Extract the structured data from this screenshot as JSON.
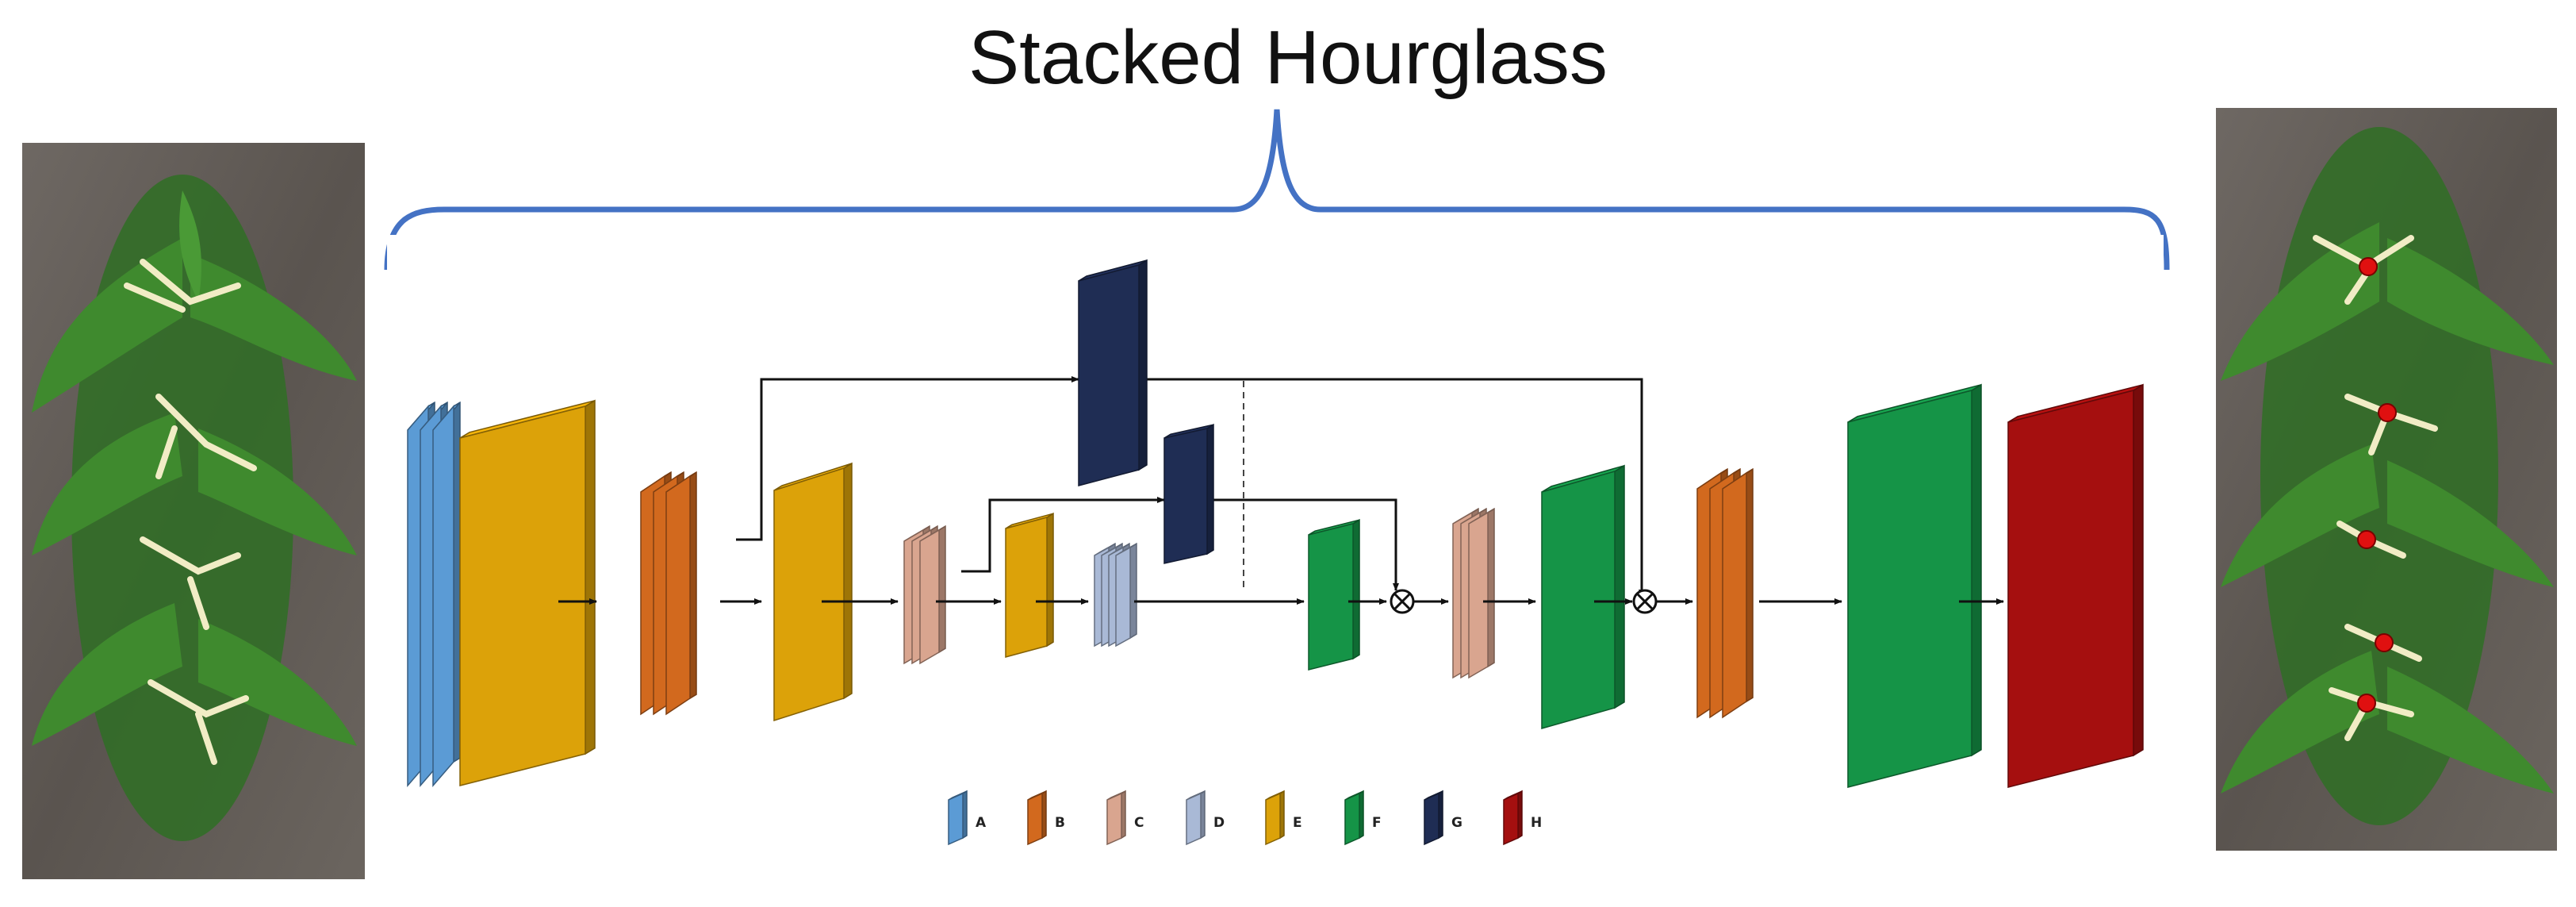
{
  "title": "Stacked Hourglass",
  "colors": {
    "brace": "#4472c4",
    "A": "#5b9bd5",
    "B": "#d2691e",
    "C": "#d9a58f",
    "D": "#a9b9d6",
    "E": "#dca209",
    "F": "#159447",
    "G": "#1f2d54",
    "H": "#a50f0f",
    "keypoint": "#e01010"
  },
  "legend": [
    {
      "key": "A",
      "label": "A"
    },
    {
      "key": "B",
      "label": "B"
    },
    {
      "key": "C",
      "label": "C"
    },
    {
      "key": "D",
      "label": "D"
    },
    {
      "key": "E",
      "label": "E"
    },
    {
      "key": "F",
      "label": "F"
    },
    {
      "key": "G",
      "label": "G"
    },
    {
      "key": "H",
      "label": "H"
    }
  ]
}
